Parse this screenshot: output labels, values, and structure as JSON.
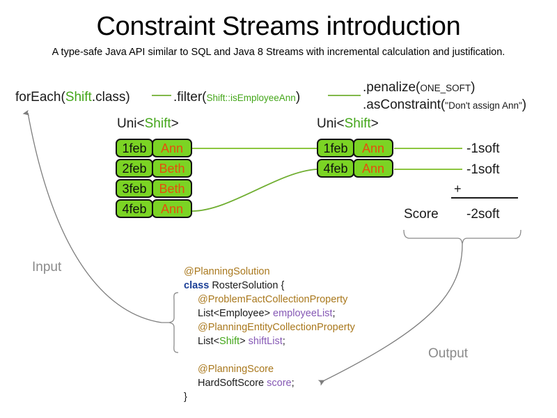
{
  "header": {
    "title": "Constraint Streams introduction",
    "subtitle": "A type-safe Java API similar to SQL and Java 8 Streams with incremental calculation and justification."
  },
  "pipeline": {
    "foreach": {
      "call": "forEach(",
      "type": "Shift",
      "tail": ".class)"
    },
    "filter": {
      "call": ".filter(",
      "arg": "Shift::isEmployeeAnn",
      "tail": ")"
    },
    "penalize": {
      "call": ".penalize(",
      "arg": "ONE_SOFT",
      "tail": ")"
    },
    "as_constraint": {
      "call": ".asConstraint(",
      "arg": "\"Don't assign Ann\"",
      "tail": ")"
    }
  },
  "streams": {
    "left": {
      "label_prefix": "Uni<",
      "label_type": "Shift",
      "label_suffix": ">",
      "rows": [
        {
          "date": "1feb",
          "employee": "Ann"
        },
        {
          "date": "2feb",
          "employee": "Beth"
        },
        {
          "date": "3feb",
          "employee": "Beth"
        },
        {
          "date": "4feb",
          "employee": "Ann"
        }
      ]
    },
    "right": {
      "label_prefix": "Uni<",
      "label_type": "Shift",
      "label_suffix": ">",
      "rows": [
        {
          "date": "1feb",
          "employee": "Ann",
          "score": "-1soft"
        },
        {
          "date": "4feb",
          "employee": "Ann",
          "score": "-1soft"
        }
      ]
    }
  },
  "score_summary": {
    "operator": "+",
    "label": "Score",
    "total": "-2soft"
  },
  "flow": {
    "input_label": "Input",
    "output_label": "Output"
  },
  "code": {
    "lines": [
      {
        "indent": 0,
        "parts": [
          {
            "text": "@PlanningSolution",
            "style": "anno"
          }
        ]
      },
      {
        "indent": 0,
        "parts": [
          {
            "text": "class",
            "style": "kw"
          },
          {
            "text": " RosterSolution {",
            "style": "plain"
          }
        ]
      },
      {
        "indent": 1,
        "parts": [
          {
            "text": "@ProblemFactCollectionProperty",
            "style": "anno"
          }
        ]
      },
      {
        "indent": 1,
        "parts": [
          {
            "text": "List<Employee> ",
            "style": "plain"
          },
          {
            "text": "employeeList",
            "style": "var"
          },
          {
            "text": ";",
            "style": "plain"
          }
        ]
      },
      {
        "indent": 1,
        "parts": [
          {
            "text": "@PlanningEntityCollectionProperty",
            "style": "anno"
          }
        ]
      },
      {
        "indent": 1,
        "parts": [
          {
            "text": "List<",
            "style": "plain"
          },
          {
            "text": "Shift",
            "style": "cls"
          },
          {
            "text": "> ",
            "style": "plain"
          },
          {
            "text": "shiftList",
            "style": "var"
          },
          {
            "text": ";",
            "style": "plain"
          }
        ]
      },
      {
        "indent": 0,
        "parts": [
          {
            "text": " ",
            "style": "plain"
          }
        ]
      },
      {
        "indent": 1,
        "parts": [
          {
            "text": "@PlanningScore",
            "style": "anno"
          }
        ]
      },
      {
        "indent": 1,
        "parts": [
          {
            "text": "HardSoftScore ",
            "style": "plain"
          },
          {
            "text": "score",
            "style": "var"
          },
          {
            "text": ";",
            "style": "plain"
          }
        ]
      },
      {
        "indent": 0,
        "parts": [
          {
            "text": "}",
            "style": "plain"
          }
        ]
      }
    ]
  },
  "colors": {
    "card_fill": "#7bd424",
    "card_border": "#121212",
    "employee_text": "#e4500d",
    "type_green": "#44a61a",
    "connector_green": "#6fae30",
    "flow_gray": "#8a8a8a",
    "annotation": "#a9781d",
    "keyword": "#1b3f96",
    "variable": "#8659b5"
  }
}
